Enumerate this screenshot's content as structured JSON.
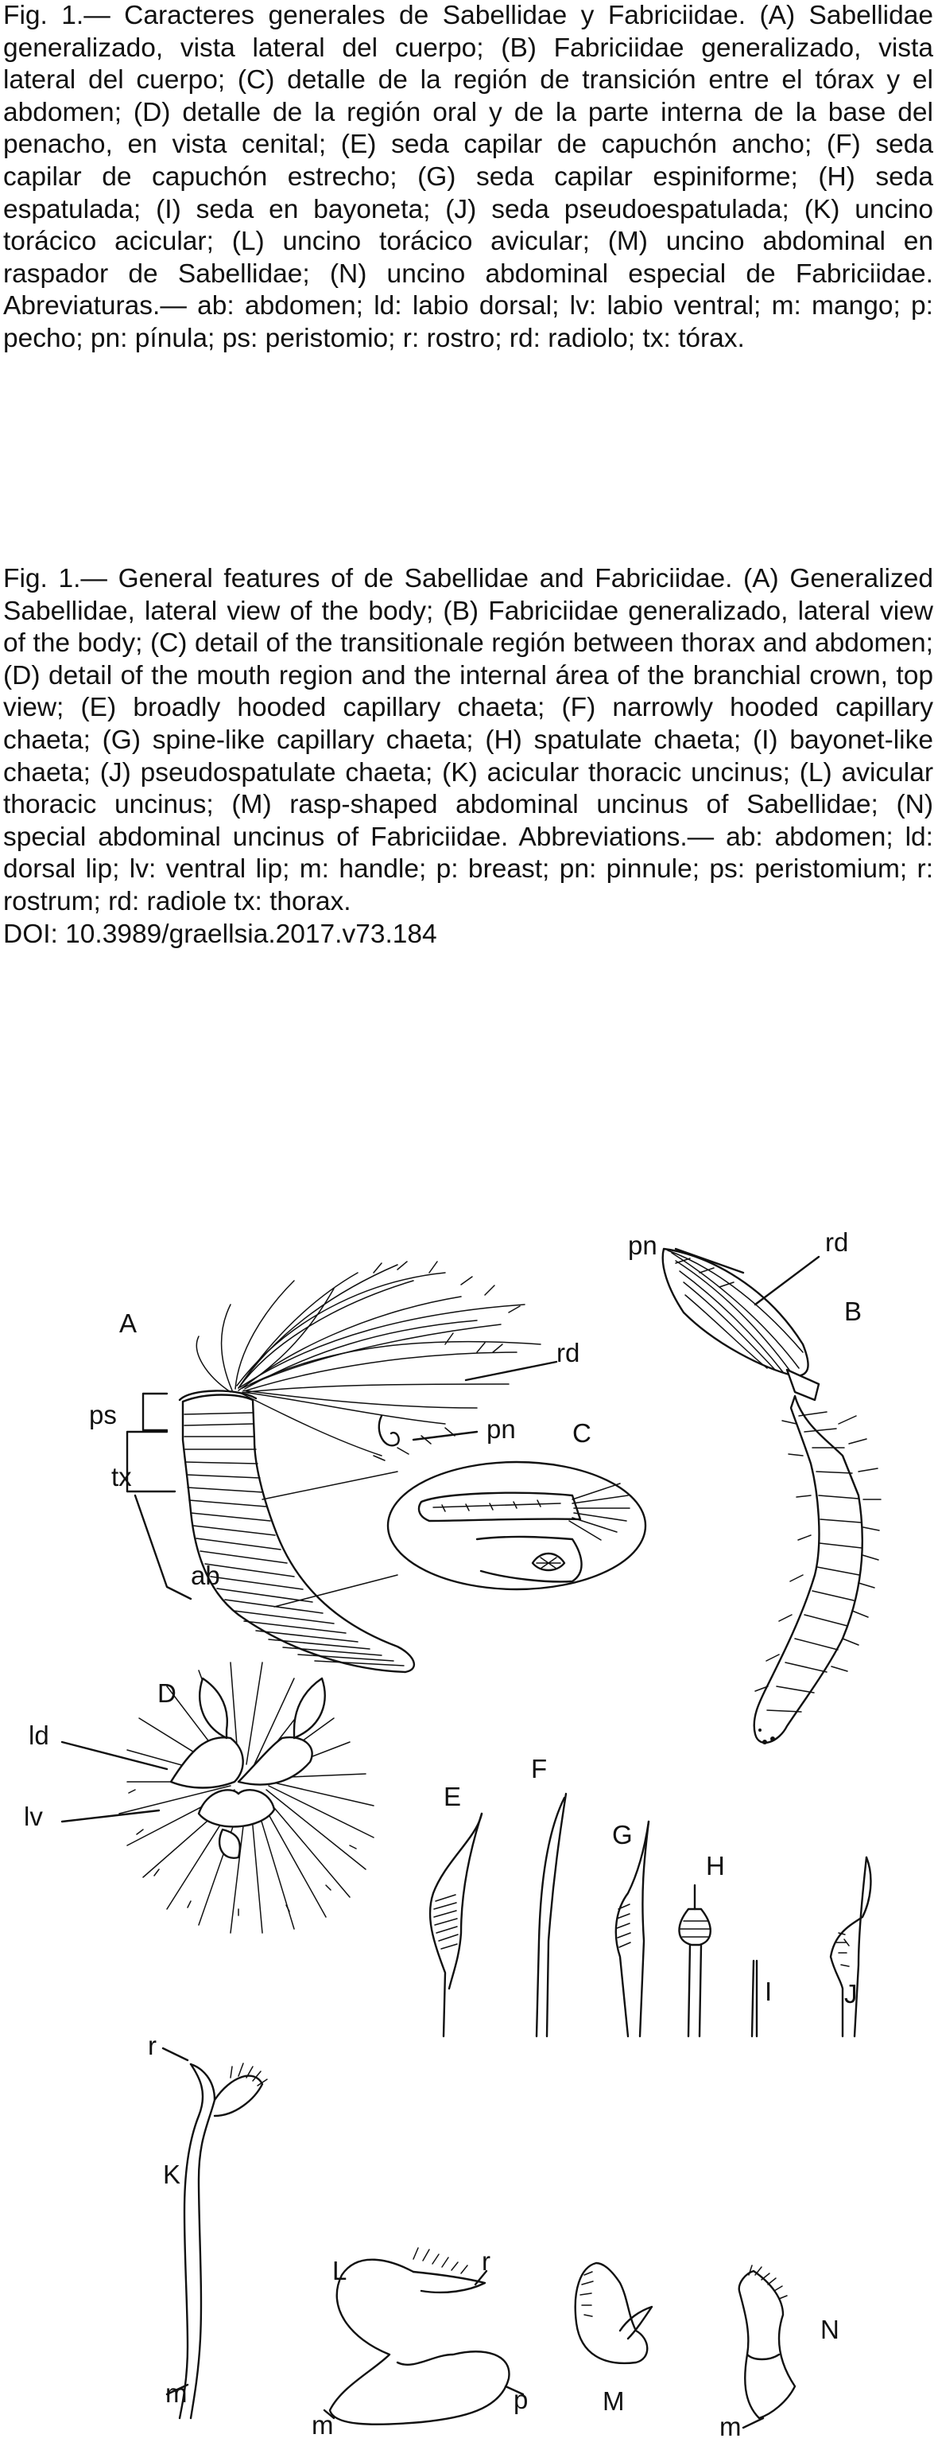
{
  "captions": {
    "spanish": "Fig. 1.— Caracteres generales de Sabellidae y Fabriciidae. (A) Sabellidae generalizado, vista lateral del cuerpo; (B) Fabriciidae generalizado, vista lateral del cuerpo; (C) detalle de la región de transición entre el tórax y el abdomen; (D) detalle de la región oral y de la parte interna de la base del penacho, en vista cenital; (E) seda capilar de capuchón ancho; (F) seda capilar de capuchón estrecho; (G) seda capilar espiniforme; (H) seda espatulada; (I) seda en bayoneta; (J) seda pseudoespatulada; (K) uncino torácico acicular; (L) uncino torácico avicular; (M) uncino abdominal en raspador de Sabellidae; (N) uncino abdominal especial de Fabriciidae. Abreviaturas.— ab: abdomen; ld: labio dorsal; lv: labio ventral; m: mango; p: pecho; pn: pínula; ps: peristomio; r: rostro; rd: radiolo; tx: tórax.",
    "english": "Fig. 1.— General features of de Sabellidae and Fabriciidae. (A) Generalized Sabellidae, lateral view of the body; (B) Fabriciidae generalizado, lateral view of the body; (C) detail of the transitionale región between thorax and abdomen; (D) detail of the mouth region and the internal área of the branchial crown, top view; (E) broadly hooded capillary chaeta; (F) narrowly hooded capillary chaeta; (G) spine-like capillary chaeta; (H) spatulate chaeta; (I) bayonet-like chaeta; (J) pseudospatulate chaeta; (K) acicular thoracic uncinus; (L) avicular thoracic uncinus; (M) rasp-shaped abdominal uncinus of Sabellidae; (N) special abdominal uncinus of Fabriciidae. Abbreviations.— ab: abdomen; ld: dorsal lip; lv: ventral lip; m: handle; p: breast; pn: pinnule; ps: peristomium; r: rostrum; rd: radiole tx: thorax.",
    "doi": "DOI: 10.3989/graellsia.2017.v73.184"
  },
  "figure": {
    "panel_labels": {
      "A": "A",
      "B": "B",
      "C": "C",
      "D": "D",
      "E": "E",
      "F": "F",
      "G": "G",
      "H": "H",
      "I": "I",
      "J": "J",
      "K": "K",
      "L": "L",
      "M": "M",
      "N": "N"
    },
    "annotations": {
      "rd_A": "rd",
      "pn_A": "pn",
      "ps": "ps",
      "tx": "tx",
      "ab": "ab",
      "pn_B": "pn",
      "rd_B": "rd",
      "ld": "ld",
      "lv": "lv",
      "r_K": "r",
      "m_K": "m",
      "r_L": "r",
      "m_L": "m",
      "p_L": "p",
      "m_N": "m"
    }
  }
}
